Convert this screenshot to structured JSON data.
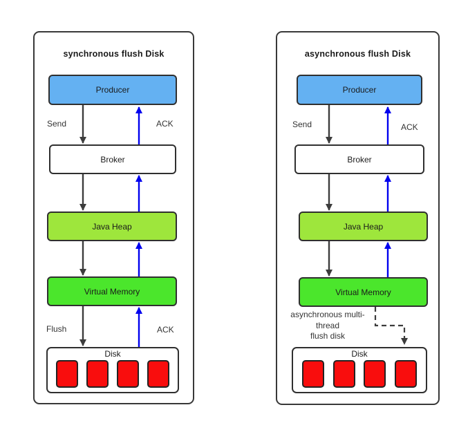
{
  "colors": {
    "producer_fill": "#64B1F2",
    "broker_fill": "#FFFFFF",
    "java_heap_fill": "#9EE63C",
    "virtual_memory_fill": "#4BE62C",
    "disk_cell_fill": "#F90D0D",
    "arrow_black": "#3C3C3C",
    "arrow_blue": "#0000EE",
    "box_border": "#2F2F2F"
  },
  "panels": [
    {
      "title": "synchronous flush Disk",
      "producer": "Producer",
      "broker": "Broker",
      "java_heap": "Java Heap",
      "virtual_memory": "Virtual Memory",
      "disk": "Disk",
      "disk_cells": 4,
      "send_label": "Send",
      "ack_top_label": "ACK",
      "flush_label": "Flush",
      "ack_bottom_label": "ACK"
    },
    {
      "title": "asynchronous flush Disk",
      "producer": "Producer",
      "broker": "Broker",
      "java_heap": "Java Heap",
      "virtual_memory": "Virtual Memory",
      "disk": "Disk",
      "disk_cells": 4,
      "send_label": "Send",
      "ack_top_label": "ACK",
      "note_line1": "asynchronous multi-",
      "note_line2": "thread",
      "note_line3": "flush disk"
    }
  ]
}
